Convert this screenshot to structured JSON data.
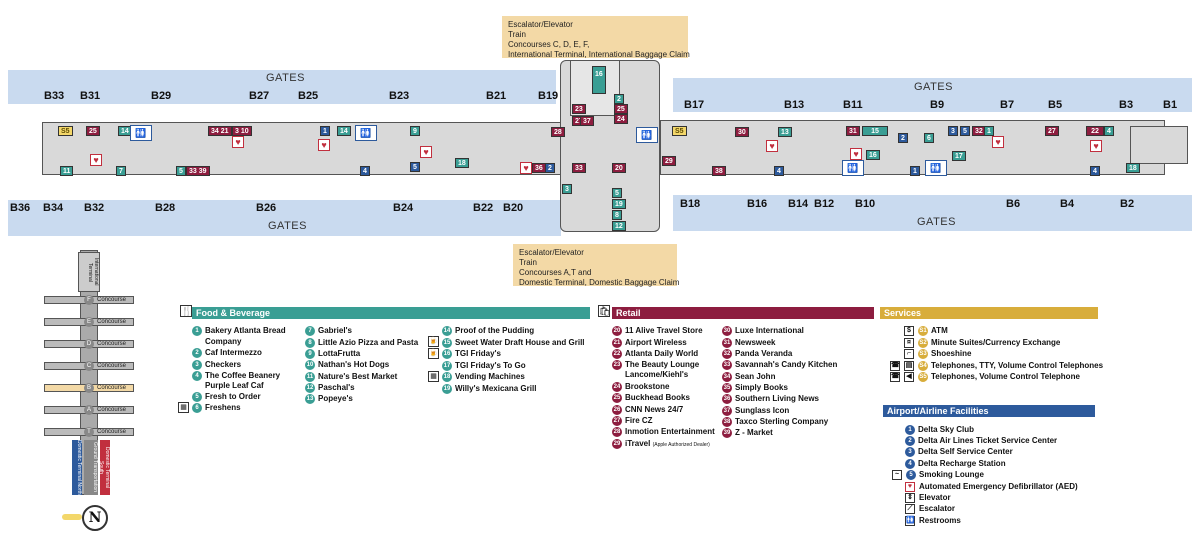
{
  "map": {
    "gates_top_title": "GATES",
    "gates_bottom_title": "GATES",
    "gates_top_left": [
      "B33",
      "B31",
      "B29",
      "B27",
      "B25",
      "B23",
      "B21",
      "B19"
    ],
    "gates_top_right": [
      "B17",
      "B13",
      "B11",
      "B9",
      "B7",
      "B5",
      "B3",
      "B1"
    ],
    "gates_bottom_left": [
      "B36",
      "B34",
      "B32",
      "B28",
      "B26",
      "B24",
      "B22",
      "B20"
    ],
    "gates_bottom_right": [
      "B18",
      "B16",
      "B14",
      "B12",
      "B10",
      "B6",
      "B4",
      "B2"
    ],
    "callout_top": [
      "Escalator/Elevator",
      "Train",
      "Concourses  C, D, E, F,",
      "International Terminal, International Baggage Claim"
    ],
    "callout_bottom": [
      "Escalator/Elevator",
      "Train",
      "Concourses  A,T and",
      "Domestic Terminal, Domestic Baggage Claim"
    ],
    "tags": {
      "t1": "25",
      "t2": "14",
      "t3": "34 21",
      "t4": "3 10",
      "t5": "1",
      "t6": "14",
      "t7": "9",
      "t8": "28",
      "t9": "27",
      "t10": "37",
      "t11": "16",
      "t12": "2",
      "t13": "25",
      "t14": "24",
      "t15": "23",
      "t16": "11",
      "t17": "7",
      "t18": "5",
      "t19": "33 39",
      "t20": "4",
      "t21": "5",
      "t22": "18",
      "t23": "36",
      "t24": "2",
      "t25": "33",
      "t26": "20",
      "t27": "3",
      "t28": "5",
      "t29": "19",
      "t30": "8",
      "t31": "12",
      "t32": "29",
      "t33": "38",
      "t34": "30",
      "t35": "13",
      "t36": "31",
      "t37": "15",
      "t38": "2",
      "t39": "6",
      "t40": "3",
      "t41": "5",
      "t42": "32",
      "t43": "1",
      "t44": "27",
      "t45": "22",
      "t46": "4",
      "t47": "4",
      "t48": "16",
      "t49": "1",
      "t50": "17",
      "t51": "4",
      "t52": "18",
      "t53": "S5",
      "t54": "S5"
    },
    "mini_concourses": [
      "Concourse",
      "Concourse",
      "Concourse",
      "Concourse",
      "Concourse",
      "Concourse",
      "Concourse"
    ],
    "mini_letters": [
      "F",
      "E",
      "D",
      "C",
      "B",
      "A",
      "T"
    ],
    "mini_labels": {
      "intl": "International Terminal",
      "dom_north": "Domestic Terminal North",
      "dom_south": "Domestic Terminal South",
      "ground": "Ground Transportation"
    },
    "compass": "N"
  },
  "legend": {
    "food": {
      "header": "Food & Beverage",
      "items": [
        {
          "n": "1",
          "label": "Bakery Atlanta Bread"
        },
        {
          "n": "",
          "label": "Company"
        },
        {
          "n": "2",
          "label": "Caf  Intermezzo"
        },
        {
          "n": "3",
          "label": "Checkers"
        },
        {
          "n": "4",
          "label": "The Coffee Beanery"
        },
        {
          "n": "",
          "label": "Purple Leaf Caf"
        },
        {
          "n": "5",
          "label": "Fresh to Order"
        },
        {
          "n": "6",
          "label": "Freshens"
        },
        {
          "n": "7",
          "label": "Gabriel's"
        },
        {
          "n": "8",
          "label": "Little Azio Pizza and Pasta"
        },
        {
          "n": "9",
          "label": "LottaFrutta"
        },
        {
          "n": "10",
          "label": "Nathan's Hot Dogs"
        },
        {
          "n": "11",
          "label": "Nature's Best Market"
        },
        {
          "n": "12",
          "label": "Paschal's"
        },
        {
          "n": "13",
          "label": "Popeye's"
        },
        {
          "n": "14",
          "label": "Proof of the Pudding"
        },
        {
          "n": "15",
          "label": "Sweet Water Draft House and Grill"
        },
        {
          "n": "16",
          "label": "TGI Friday's"
        },
        {
          "n": "17",
          "label": "TGI Friday's To Go"
        },
        {
          "n": "18",
          "label": "Vending Machines"
        },
        {
          "n": "19",
          "label": "Willy's Mexicana Grill"
        }
      ]
    },
    "retail": {
      "header": "Retail",
      "items": [
        {
          "n": "20",
          "label": "11 Alive Travel Store"
        },
        {
          "n": "21",
          "label": "Airport Wireless"
        },
        {
          "n": "22",
          "label": "Atlanta Daily World"
        },
        {
          "n": "23",
          "label": "The Beauty Lounge"
        },
        {
          "n": "",
          "label": "Lancome/Kiehl's"
        },
        {
          "n": "24",
          "label": "Brookstone"
        },
        {
          "n": "25",
          "label": "Buckhead Books"
        },
        {
          "n": "26",
          "label": "CNN News 24/7"
        },
        {
          "n": "27",
          "label": "Fire CZ"
        },
        {
          "n": "28",
          "label": "Inmotion Entertainment"
        },
        {
          "n": "29",
          "label": "iTravel"
        },
        {
          "n": "30",
          "label": "Luxe International"
        },
        {
          "n": "31",
          "label": "Newsweek"
        },
        {
          "n": "32",
          "label": "Panda Veranda"
        },
        {
          "n": "33",
          "label": "Savannah's Candy Kitchen"
        },
        {
          "n": "34",
          "label": "Sean John"
        },
        {
          "n": "35",
          "label": "Simply Books"
        },
        {
          "n": "36",
          "label": "Southern Living News"
        },
        {
          "n": "37",
          "label": "Sunglass Icon"
        },
        {
          "n": "38",
          "label": "Taxco Sterling Company"
        },
        {
          "n": "39",
          "label": "Z - Market"
        }
      ],
      "itravel_note": "(Apple Authorized Dealer)"
    },
    "services": {
      "header": "Services",
      "items": [
        {
          "n": "S1",
          "label": "ATM"
        },
        {
          "n": "S2",
          "label": "Minute Suites/Currency Exchange"
        },
        {
          "n": "S3",
          "label": "Shoeshine"
        },
        {
          "n": "S4",
          "label": "Telephones, TTY, Volume Control Telephones"
        },
        {
          "n": "S5",
          "label": "Telephones, Volume Control Telephone"
        }
      ]
    },
    "airport": {
      "header": "Airport/Airline Facilities",
      "items": [
        {
          "n": "1",
          "label": "Delta Sky Club"
        },
        {
          "n": "2",
          "label": "Delta Air Lines Ticket Service Center"
        },
        {
          "n": "3",
          "label": "Delta Self Service Center"
        },
        {
          "n": "4",
          "label": "Delta Recharge Station"
        },
        {
          "n": "5",
          "label": "Smoking Lounge"
        },
        {
          "n": "",
          "label": "Automated Emergency Defibrillator (AED)"
        },
        {
          "n": "",
          "label": "Elevator"
        },
        {
          "n": "",
          "label": "Escalator"
        },
        {
          "n": "",
          "label": "Restrooms"
        }
      ]
    }
  },
  "colors": {
    "gates_band": "#c9daef",
    "food": "#3a9e94",
    "retail": "#8d1d3f",
    "services": "#d8ad3b",
    "airport": "#2d5a9c",
    "callout": "#f3d9a6"
  }
}
